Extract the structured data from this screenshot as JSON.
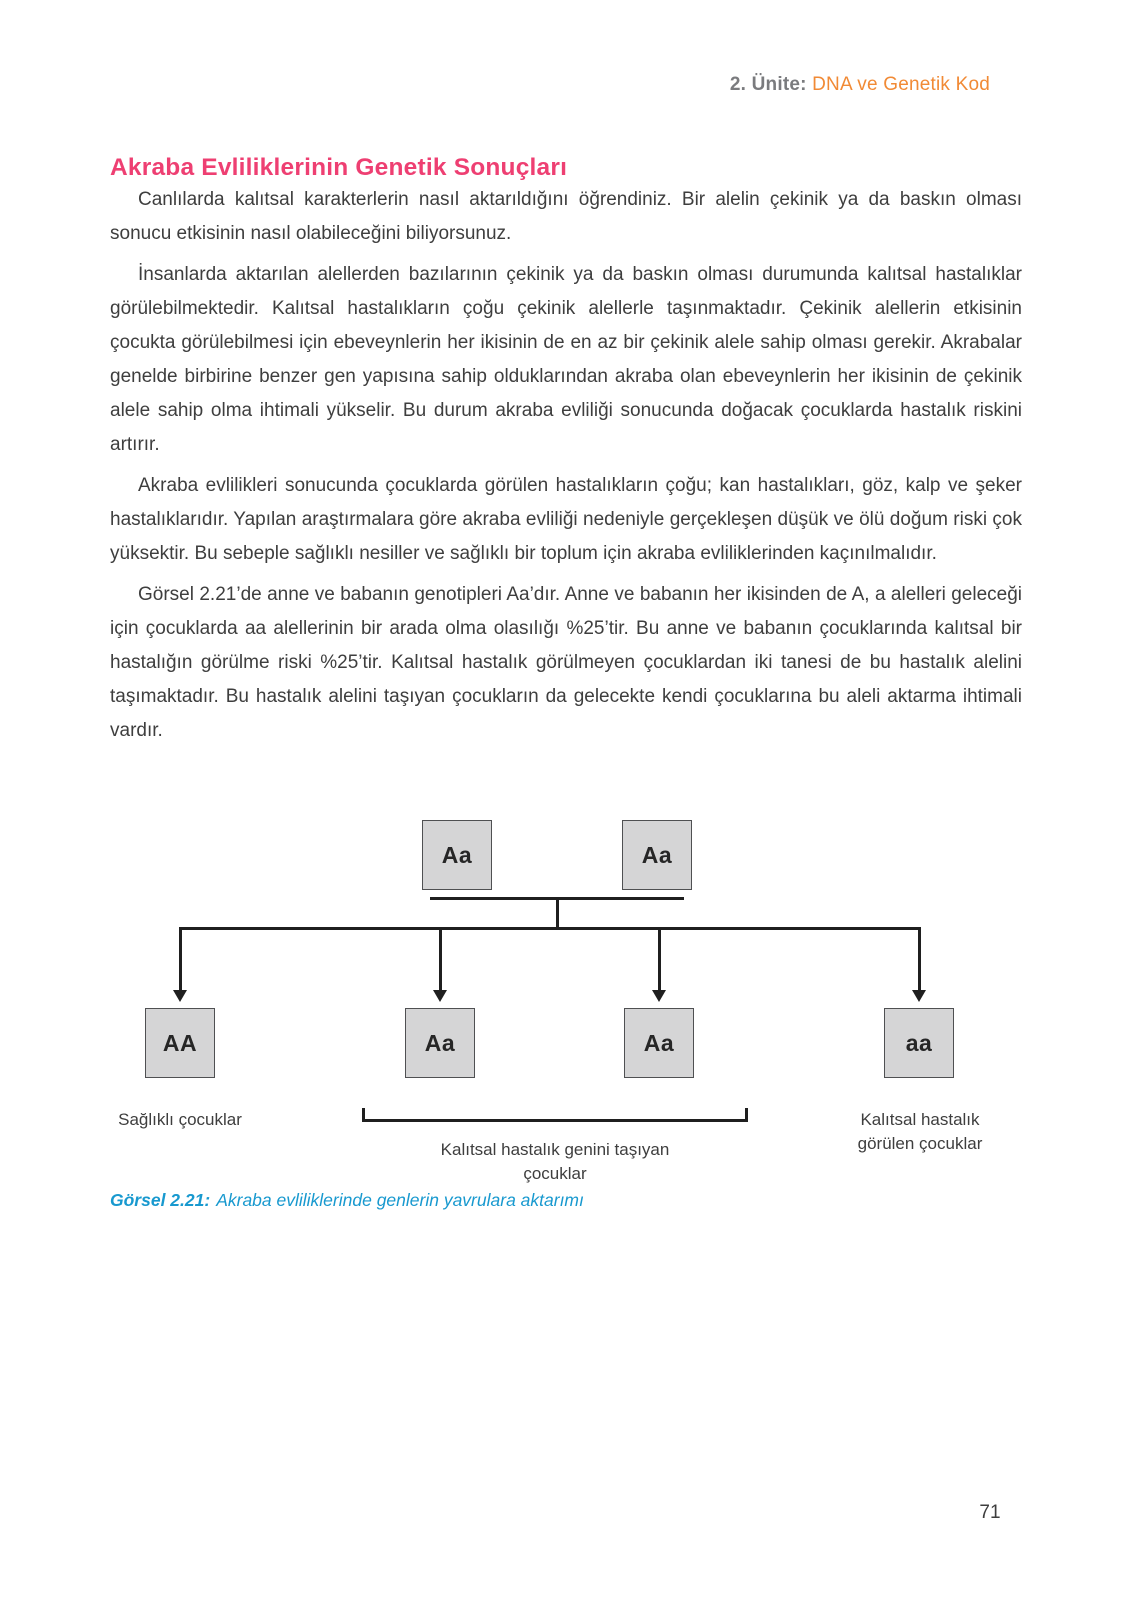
{
  "header": {
    "unit_label": "2. Ünite:",
    "unit_title": "DNA ve Genetik Kod"
  },
  "page": {
    "title": "Akraba Evliliklerinin Genetik Sonuçları",
    "number": "71"
  },
  "paragraphs": {
    "p1": "Canlılarda kalıtsal karakterlerin nasıl aktarıldığını öğrendiniz. Bir alelin çekinik ya da baskın olması sonucu etkisinin nasıl olabileceğini biliyorsunuz.",
    "p2": "İnsanlarda aktarılan alellerden bazılarının çekinik ya da baskın olması durumunda kalıtsal hastalıklar görülebilmektedir. Kalıtsal hastalıkların çoğu çekinik alellerle taşınmaktadır. Çekinik alellerin etkisinin çocukta görülebilmesi için ebeveynlerin her ikisinin de en az bir çekinik alele sahip olması gerekir. Akrabalar genelde birbirine benzer gen yapısına sahip olduklarından akraba olan ebeveynlerin her ikisinin de çekinik alele sahip olma ihtimali yükselir. Bu durum akraba evliliği sonucunda doğacak çocuklarda hastalık riskini artırır.",
    "p3": "Akraba evlilikleri sonucunda çocuklarda görülen hastalıkların çoğu; kan hastalıkları, göz, kalp ve şeker hastalıklarıdır. Yapılan araştırmalara göre akraba evliliği nedeniyle gerçekleşen düşük ve ölü doğum riski çok yüksektir. Bu sebeple sağlıklı nesiller ve sağlıklı bir toplum için akraba evliliklerinden kaçınılmalıdır.",
    "p4": "Görsel 2.21’de anne ve babanın genotipleri Aa’dır. Anne ve babanın her ikisinden de A, a alelleri geleceği için çocuklarda aa alellerinin bir arada olma olasılığı %25’tir. Bu anne ve babanın çocuklarında kalıtsal bir hastalığın görülme riski %25’tir. Kalıtsal hastalık görülmeyen çocuklardan iki tanesi de bu hastalık alelini taşımaktadır. Bu hastalık alelini taşıyan çocukların da gelecekte kendi çocuklarına bu aleli aktarma ihtimali vardır."
  },
  "diagram": {
    "parents": [
      "Aa",
      "Aa"
    ],
    "children": [
      "AA",
      "Aa",
      "Aa",
      "aa"
    ],
    "labels": {
      "healthy": "Sağlıklı çocuklar",
      "carrier_line1": "Kalıtsal hastalık genini taşıyan",
      "carrier_line2": "çocuklar",
      "affected_line1": "Kalıtsal hastalık",
      "affected_line2": "görülen çocuklar"
    }
  },
  "caption": {
    "label": "Görsel 2.21:",
    "text": "Akraba evliliklerinde genlerin yavrulara aktarımı"
  },
  "colors": {
    "title_pink": "#ee3f72",
    "unit_orange": "#f18a35",
    "unit_gray": "#7a7b7e",
    "caption_blue": "#1899cf",
    "body_text": "#3e3e3e",
    "box_fill": "#d5d5d6",
    "box_border": "#4f5052",
    "line_color": "#1f1f1f"
  }
}
